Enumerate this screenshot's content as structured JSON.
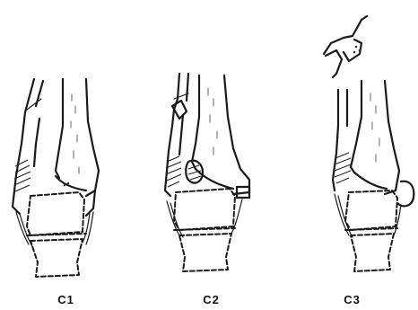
{
  "figure": {
    "panels": [
      {
        "id": "c1",
        "caption": "C1"
      },
      {
        "id": "c2",
        "caption": "C2"
      },
      {
        "id": "c3",
        "caption": "C3"
      }
    ]
  },
  "colors": {
    "ink": "#1a1a1a",
    "background": "#ffffff"
  }
}
